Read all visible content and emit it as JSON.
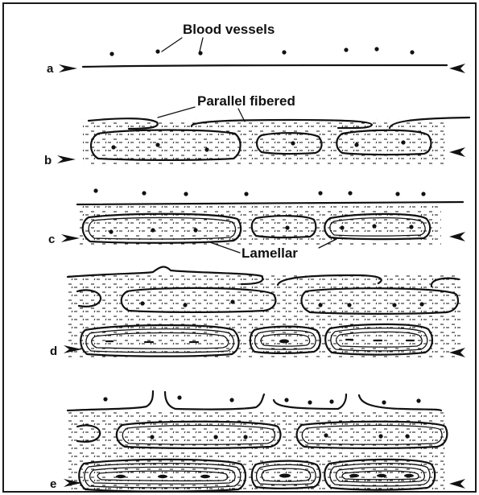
{
  "labels": {
    "blood_vessels": "Blood vessels",
    "parallel_fibered": "Parallel fibered",
    "lamellar": "Lamellar"
  },
  "stages": [
    {
      "letter": "a"
    },
    {
      "letter": "b"
    },
    {
      "letter": "c"
    },
    {
      "letter": "d"
    },
    {
      "letter": "e"
    }
  ],
  "colors": {
    "ink": "#111111",
    "paper": "#ffffff"
  }
}
